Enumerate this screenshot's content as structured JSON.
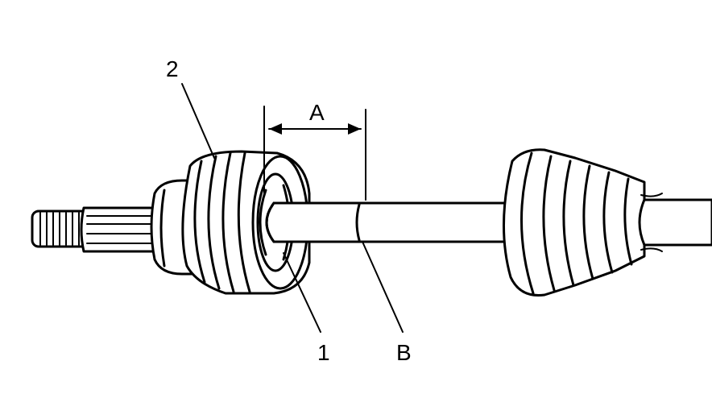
{
  "callouts": {
    "label_2": "2",
    "label_A": "A",
    "label_1": "1",
    "label_B": "B"
  },
  "colors": {
    "ink": "#000000",
    "paper": "#ffffff"
  }
}
